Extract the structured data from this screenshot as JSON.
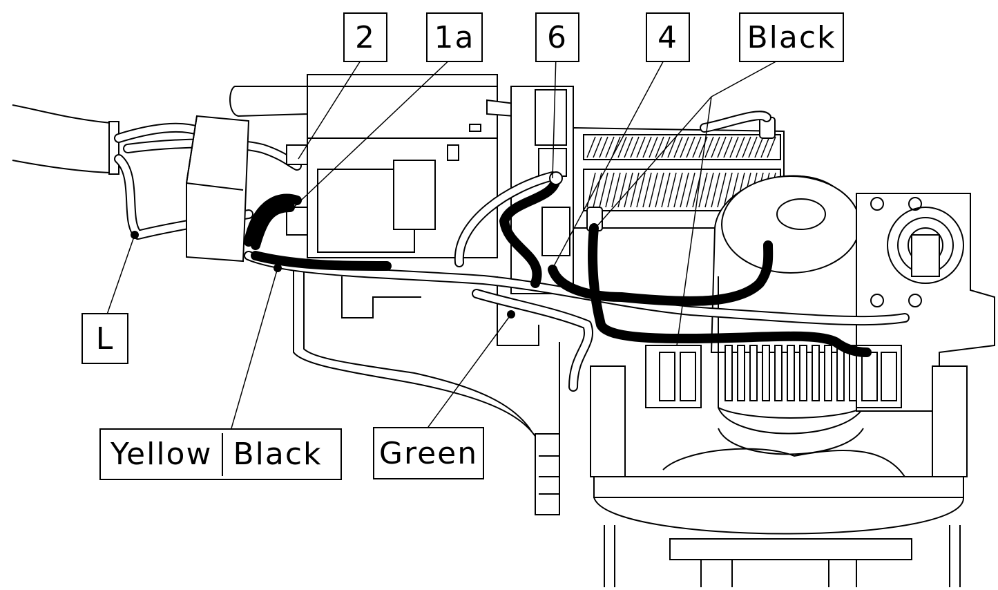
{
  "callouts": {
    "c2": "2",
    "c1a": "1a",
    "c6": "6",
    "c4": "4",
    "black_top": "Black",
    "l": "L",
    "yellow": "Yellow",
    "black_bottom": "Black",
    "green": "Green"
  }
}
